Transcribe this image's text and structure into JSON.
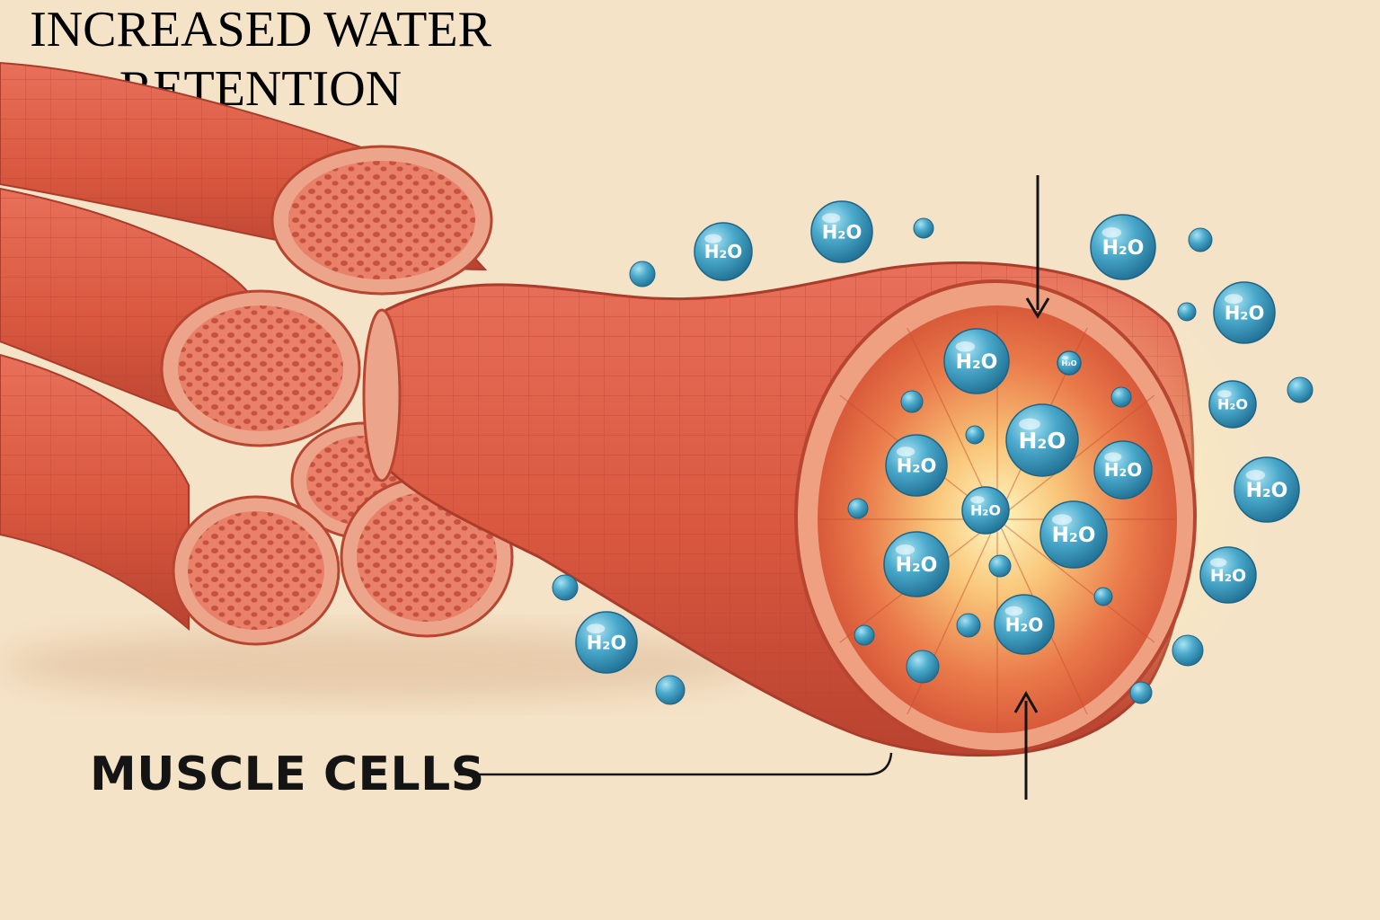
{
  "labels": {
    "title_line1": "INCREASED WATER",
    "title_line2": "RETENTION",
    "muscle_cells": "MUSCLE CELLS"
  },
  "molecule": {
    "text": "H₂O"
  },
  "colors": {
    "background": "#f5e3c8",
    "muscle": "#dc5a40",
    "muscle_dark": "#b2412e",
    "cross_section_rim": "#e89878",
    "water": "#3a9cc0",
    "water_highlight": "#9bdcf0",
    "text": "#141414"
  }
}
